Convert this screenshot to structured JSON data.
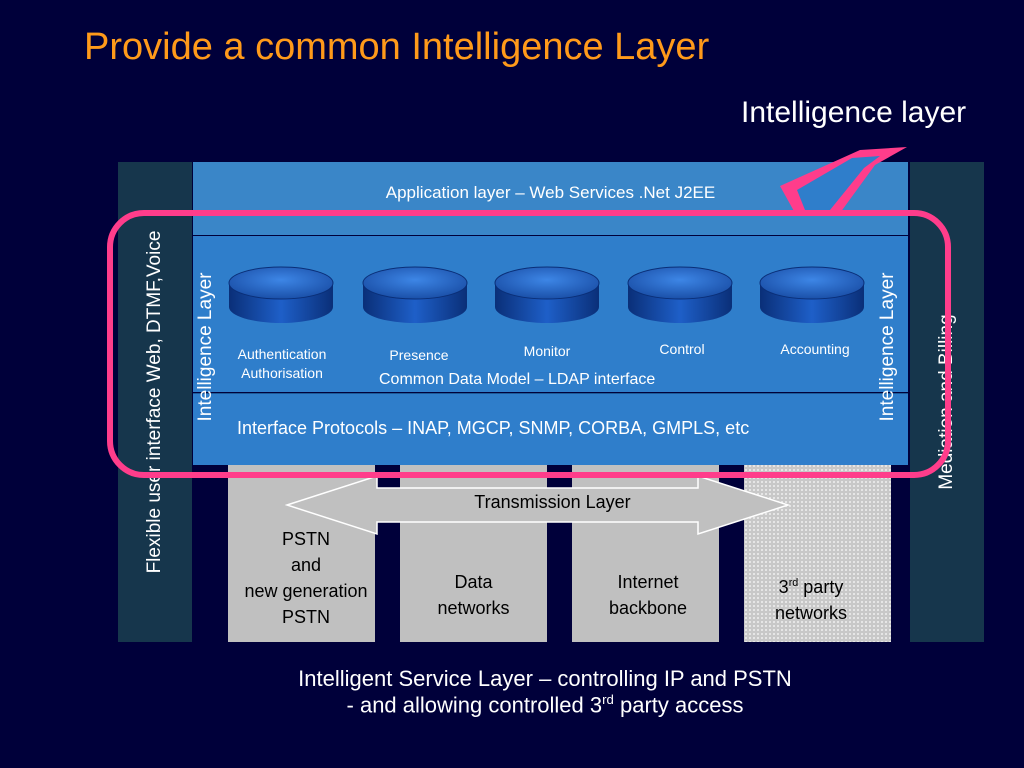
{
  "title": "Provide a common Intelligence Layer",
  "callout_label": "Intelligence layer",
  "left_bar_label": "Flexible  user interface Web, DTMF,Voice",
  "right_bar_label": "Mediation and Billing",
  "application_layer": "Application layer – Web Services .Net  J2EE",
  "intelligence_layer_side_label": "Intelligence Layer",
  "services": [
    {
      "line1": "Authentication",
      "line2": "Authorisation"
    },
    {
      "line1": "Presence",
      "line2": ""
    },
    {
      "line1": "Monitor",
      "line2": ""
    },
    {
      "line1": "Control",
      "line2": ""
    },
    {
      "line1": "Accounting",
      "line2": ""
    }
  ],
  "common_data_model": "Common Data Model – LDAP interface",
  "interface_protocols": "Interface Protocols  –  INAP, MGCP, SNMP, CORBA, GMPLS, etc",
  "transmission_layer": "Transmission Layer",
  "networks": {
    "pstn": {
      "line1": "PSTN",
      "line2": "and",
      "line3": "new generation",
      "line4": "PSTN"
    },
    "data": {
      "line1": "Data",
      "line2": "networks"
    },
    "internet": {
      "line1": "Internet",
      "line2": "backbone"
    },
    "third_party": {
      "prefix": "3",
      "sup": "rd",
      "suffix": " party",
      "line2": "networks"
    }
  },
  "bottom": {
    "line1": "Intelligent Service Layer – controlling IP and PSTN",
    "line2_prefix": "- and allowing controlled 3",
    "line2_sup": "rd",
    "line2_suffix": " party access"
  },
  "colors": {
    "background": "#00003a",
    "title": "#ff9a1a",
    "highlight": "#ff3d8b",
    "layer_blue": "#2f7ecb",
    "side_bar": "#16364c"
  }
}
